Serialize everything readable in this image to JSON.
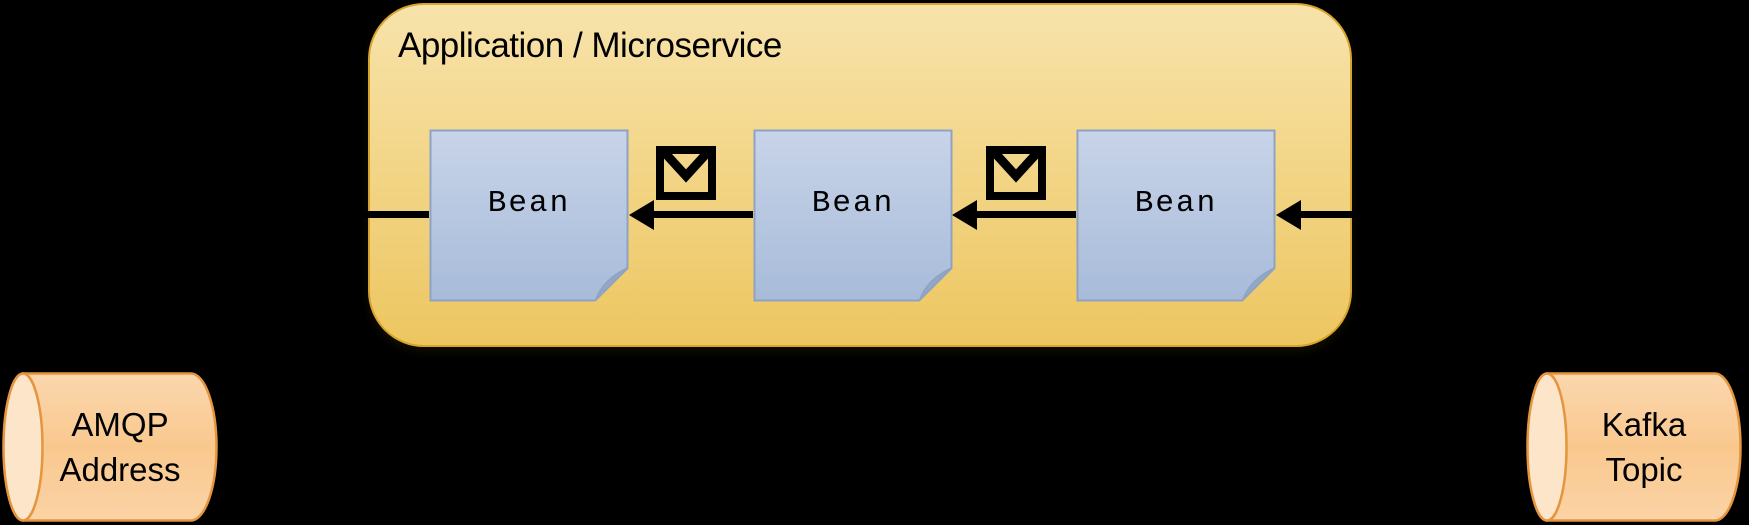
{
  "application": {
    "title": "Application / Microservice"
  },
  "beans": [
    {
      "label": "Bean"
    },
    {
      "label": "Bean"
    },
    {
      "label": "Bean"
    }
  ],
  "queues": [
    {
      "line1": "AMQP",
      "line2": "Address"
    },
    {
      "line1": "Kafka",
      "line2": "Topic"
    }
  ],
  "icons": {
    "message1": "envelope-icon",
    "message2": "envelope-icon"
  },
  "flow": {
    "direction": "right-to-left",
    "description_visible": ""
  },
  "colors": {
    "background": "#000000",
    "container_fill_top": "#F7E3AB",
    "container_fill_bottom": "#EDC660",
    "container_border": "#D7A52E",
    "bean_fill_top": "#C8D4E9",
    "bean_fill_bottom": "#A7BBD9",
    "bean_border": "#8EA3C2",
    "bean_fold": "#92A8CA",
    "cylinder_fill_top": "#FBD7AE",
    "cylinder_fill_bottom": "#F9C88E",
    "cylinder_cap": "#FDE5C9",
    "cylinder_border": "#E4953E",
    "arrow": "#000000",
    "text": "#000000"
  }
}
